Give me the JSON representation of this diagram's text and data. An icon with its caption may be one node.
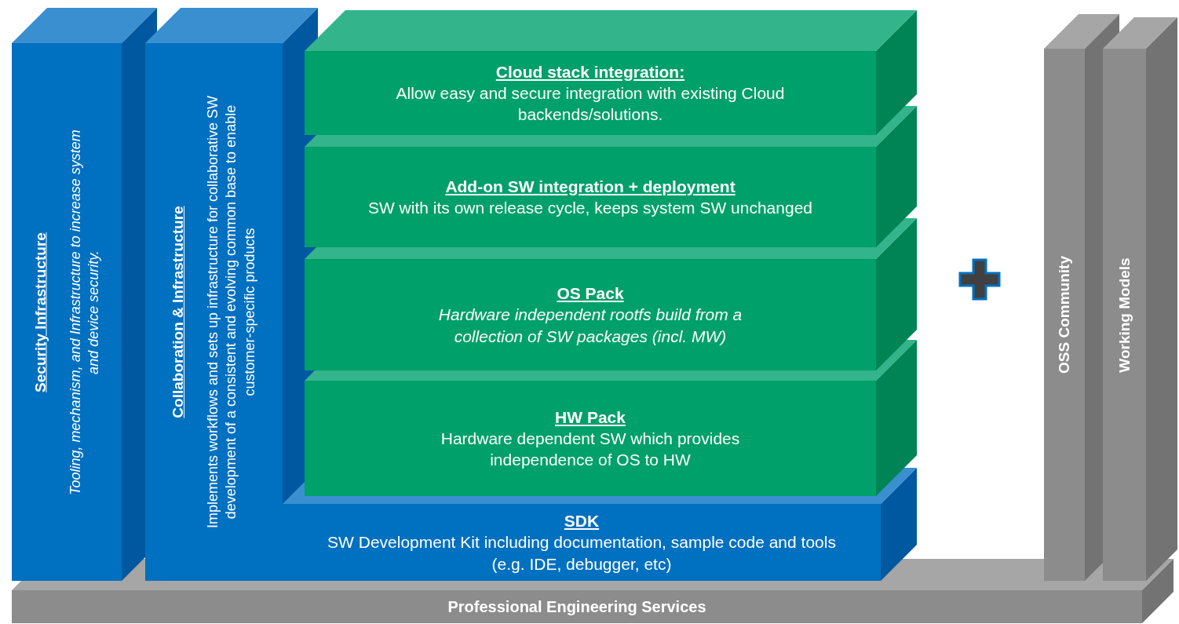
{
  "diagram": {
    "nodes": [
      {
        "text": [
          "Security Infrastructure",
          "Tooling, mechanism, and Infrastructure to increase system and device security."
        ]
      },
      {
        "text": [
          "Collaboration & Infrastructure",
          "Implements workflows and sets up infrastructure for collaborative SW development of a consistent and evolving common base to enable customer-specific products"
        ]
      },
      {
        "text": [
          "Cloud stack integration:",
          "Allow easy and secure integration with existing Cloud backends/solutions."
        ]
      },
      {
        "text": [
          "Add-on SW integration + deployment",
          "SW with its own release cycle, keeps system SW unchanged"
        ]
      },
      {
        "text": [
          "OS Pack",
          "Hardware independent rootfs build from a collection of SW packages (incl. MW)"
        ]
      },
      {
        "text": [
          "HW Pack",
          "Hardware dependent SW which provides independence of OS to HW"
        ]
      },
      {
        "text": [
          "SDK",
          "SW Development Kit including documentation, sample code and tools (e.g. IDE, debugger, etc)"
        ]
      },
      {
        "text": [
          "Professional Engineering Services"
        ]
      },
      {
        "text": [
          "OSS Community"
        ]
      },
      {
        "text": [
          "Working Models"
        ]
      }
    ]
  }
}
